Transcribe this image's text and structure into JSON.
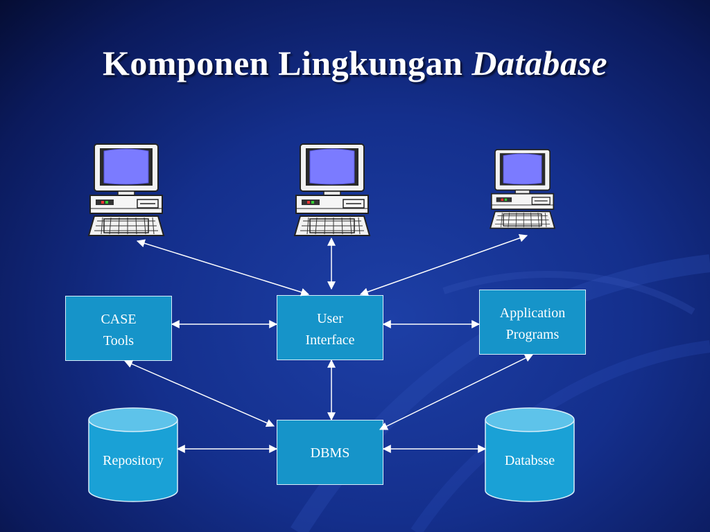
{
  "title": {
    "main": "Komponen Lingkungan ",
    "emphasis": "Database"
  },
  "nodes": {
    "case_tools": [
      "CASE",
      "Tools"
    ],
    "user_interface": [
      "User",
      "Interface"
    ],
    "application_programs": [
      "Application",
      "Programs"
    ],
    "dbms": "DBMS",
    "repository": "Repository",
    "database": "Databsse"
  },
  "icons": [
    "computer-icon",
    "computer-icon",
    "computer-icon"
  ],
  "colors": {
    "node_fill": "#1694c9",
    "cylinder_fill": "#1aa1d6",
    "cylinder_top": "#5ec3ea",
    "arrow": "#ffffff"
  }
}
